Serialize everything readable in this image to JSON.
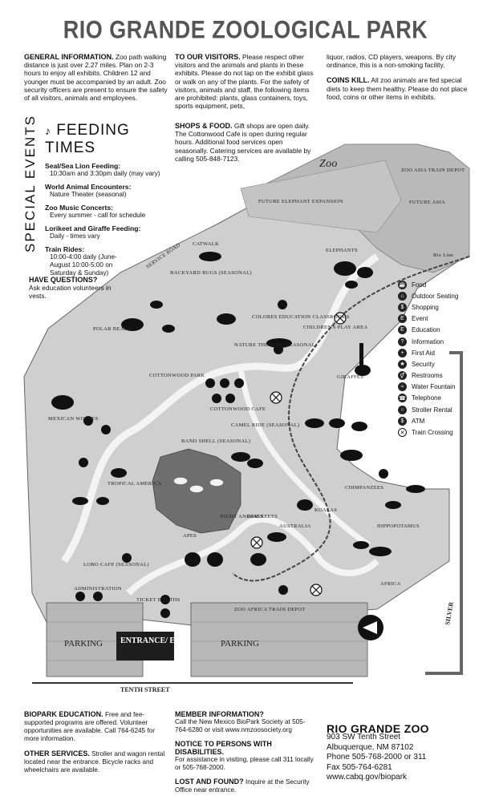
{
  "title": "RIO GRANDE ZOOLOGICAL PARK",
  "general": {
    "heading": "GENERAL INFORMATION.",
    "text": "Zoo path walking distance is just over 2.27 miles. Plan on 2-3 hours to enjoy all exhibits. Children 12 and younger must be accompanied by an adult. Zoo security officers are present to ensure the safety of all visitors, animals and employees."
  },
  "visitors": {
    "heading": "TO OUR VISITORS.",
    "text": "Please respect other visitors and the animals and plants in these exhibits. Please do not tap on the exhibit glass or walk on any of the plants. For the safety of visitors, animals and staff, the following items are prohibited: plants, glass containers, toys, sports equipment, pets,",
    "text_cont": "liquor, radios, CD players, weapons. By city ordinance, this is a non-smoking facility."
  },
  "coins": {
    "heading": "COINS KILL.",
    "text": "All zoo animals are fed special diets to keep them healthy. Please do not place food, coins or other items in exhibits."
  },
  "shops": {
    "heading": "SHOPS & FOOD.",
    "text": "Gift shops are open daily. The Cottonwood Cafe is open during regular hours. Additional food services open seasonally. Catering services are available by calling 505-848-7123."
  },
  "feeding": {
    "title": "FEEDING TIMES",
    "side_label": "SPECIAL EVENTS",
    "items": [
      {
        "name": "Seal/Sea Lion Feeding:",
        "detail": "10:30am and 3:30pm daily (may vary)"
      },
      {
        "name": "World Animal Encounters:",
        "detail": "Nature Theater (seasonal)"
      },
      {
        "name": "Zoo Music Concerts:",
        "detail": "Every summer - call for schedule"
      },
      {
        "name": "Lorikeet and Giraffe Feeding:",
        "detail": "Daily - times vary"
      },
      {
        "name": "Train Rides:",
        "detail": "10:00-4:00 daily (June-August 10:00-5:00 on Saturday & Sunday)"
      }
    ]
  },
  "questions": {
    "heading": "HAVE QUESTIONS?",
    "text": "Ask education volunteers in vests."
  },
  "map_labels": {
    "zoo": "Zoo",
    "zoo_asia_depot": "ZOO ASIA TRAIN DEPOT",
    "future_asia": "FUTURE ASIA",
    "future_elephant": "FUTURE ELEPHANT EXPANSION",
    "rio_line": "Rio Line",
    "elephants": "ELEPHANTS",
    "catwalk": "CATWALK",
    "service_road": "SERVICE ROAD",
    "backyard_bugs": "BACKYARD BUGS (SEASONAL)",
    "polar_bears": "POLAR BEARS",
    "colores": "COLORES EDUCATION CLASSROOMS",
    "childrens_play": "CHILDREN'S PLAY AREA",
    "nature_theater": "NATURE THEATER (SEASONAL)",
    "cottonwood_park": "COTTONWOOD PARK",
    "giraffes": "GIRAFFES",
    "cottonwood_cafe": "COTTONWOOD CAFE",
    "camel_ride": "CAMEL RIDE (SEASONAL)",
    "mexican_wolves": "MEXICAN WOLVES",
    "band_shell": "BAND SHELL (SEASONAL)",
    "tropical_america": "TROPICAL AMERICA",
    "night_animals": "NIGHT ANIMALS",
    "lorikeets": "LORIKEETS",
    "koalas": "KOALAS",
    "chimpanzees": "CHIMPANZEES",
    "australia": "AUSTRALIA",
    "apes": "APES",
    "lobo_cafe": "LOBO CAFE (SEASONAL)",
    "administration": "ADMINISTRATION",
    "hippopotamus": "HIPPOPOTAMUS",
    "africa": "AFRICA",
    "ticket_booths": "TICKET BOOTHS",
    "zoo_africa_depot": "ZOO AFRICA TRAIN DEPOT",
    "parking_left": "PARKING",
    "parking_right": "PARKING",
    "entrance": "ENTRANCE/ EXIT",
    "tenth_street": "TENTH STREET",
    "silver": "SILVER"
  },
  "legend": [
    {
      "icon": "food-icon",
      "glyph": "☕",
      "label": "Food",
      "style": "dot"
    },
    {
      "icon": "outdoor-seating-icon",
      "glyph": "⌂",
      "label": "Outdoor Seating",
      "style": "dot"
    },
    {
      "icon": "shopping-icon",
      "glyph": "$",
      "label": "Shopping",
      "style": "dot"
    },
    {
      "icon": "event-icon",
      "glyph": "E",
      "label": "Event",
      "style": "dot"
    },
    {
      "icon": "education-icon",
      "glyph": "E",
      "label": "Education",
      "style": "dot"
    },
    {
      "icon": "information-icon",
      "glyph": "?",
      "label": "Information",
      "style": "dot"
    },
    {
      "icon": "first-aid-icon",
      "glyph": "+",
      "label": "First Aid",
      "style": "dot"
    },
    {
      "icon": "security-icon",
      "glyph": "★",
      "label": "Security",
      "style": "dot"
    },
    {
      "icon": "restrooms-icon",
      "glyph": "⚥",
      "label": "Restrooms",
      "style": "dot"
    },
    {
      "icon": "water-fountain-icon",
      "glyph": "≈",
      "label": "Water Fountain",
      "style": "dot"
    },
    {
      "icon": "telephone-icon",
      "glyph": "☎",
      "label": "Telephone",
      "style": "dot"
    },
    {
      "icon": "stroller-rental-icon",
      "glyph": "○",
      "label": "Stroller Rental",
      "style": "dot"
    },
    {
      "icon": "atm-icon",
      "glyph": "$",
      "label": "ATM",
      "style": "dot"
    },
    {
      "icon": "train-crossing-icon",
      "glyph": "✕",
      "label": "Train Crossing",
      "style": "x"
    }
  ],
  "footer": {
    "biopark": {
      "heading": "BIOPARK EDUCATION.",
      "text": "Free and fee-supported programs are offered. Volunteer opportunities are available. Call 764-6245 for more information."
    },
    "services": {
      "heading": "OTHER SERVICES.",
      "text": "Stroller and wagon rental located near the entrance. Bicycle racks and wheelchairs are available."
    },
    "member": {
      "heading": "MEMBER INFORMATION?",
      "text": "Call the New Mexico BioPark Society at 505-764-6280 or visit www.nmzoosociety.org"
    },
    "disabilities": {
      "heading": "NOTICE TO PERSONS WITH DISABILITIES.",
      "text": "For assistance in visiting, please call 311 locally or 505-768-2000."
    },
    "lost": {
      "heading": "LOST AND FOUND?",
      "text": "Inquire at the Security Office near entrance."
    },
    "contact": {
      "name": "RIO GRANDE ZOO",
      "address1": "903 SW Tenth Street",
      "address2": "Albuquerque, NM 87102",
      "phone": "Phone 505-768-2000 or 311",
      "fax": "Fax 505-764-6281",
      "web": "www.cabq.gov/biopark"
    }
  }
}
